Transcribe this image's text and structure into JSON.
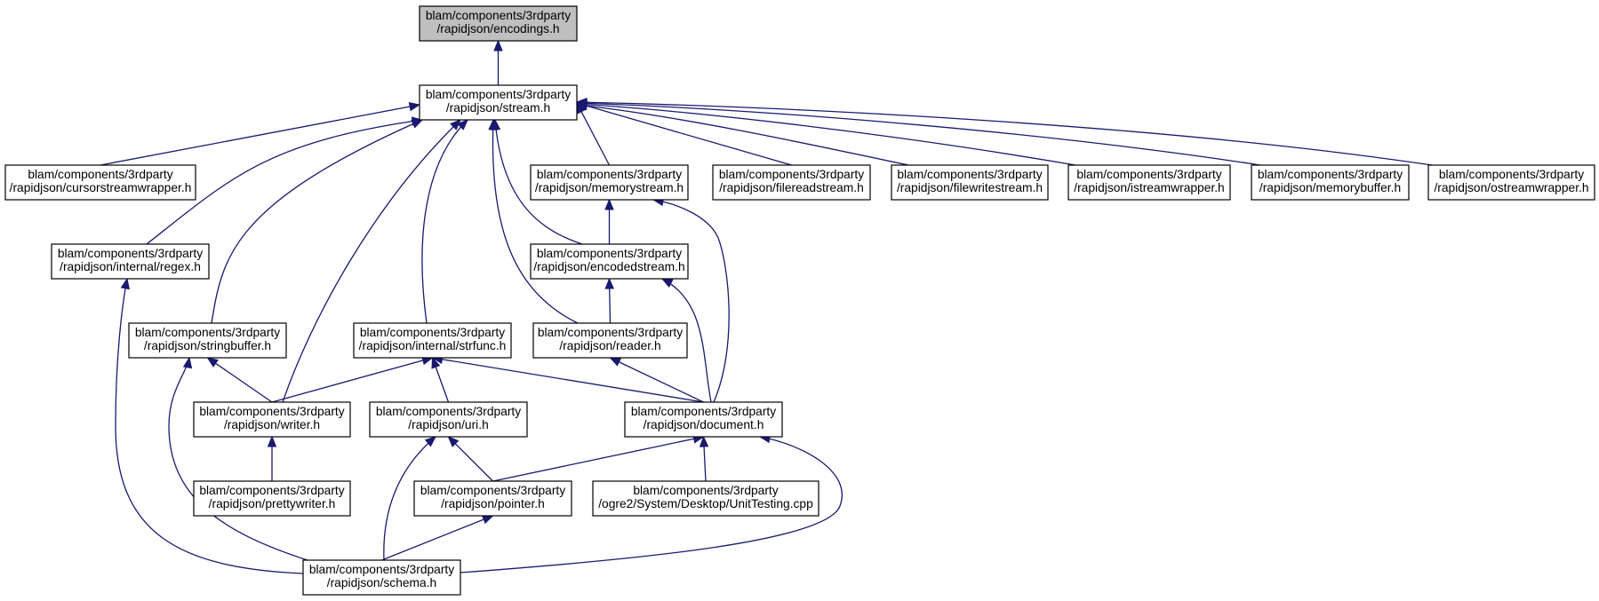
{
  "graph": {
    "nodes": [
      {
        "id": "encodings",
        "line1": "blam/components/3rdparty",
        "line2": "/rapidjson/encodings.h",
        "root": true
      },
      {
        "id": "stream",
        "line1": "blam/components/3rdparty",
        "line2": "/rapidjson/stream.h"
      },
      {
        "id": "cursorstreamwrapper",
        "line1": "blam/components/3rdparty",
        "line2": "/rapidjson/cursorstreamwrapper.h"
      },
      {
        "id": "memorystream",
        "line1": "blam/components/3rdparty",
        "line2": "/rapidjson/memorystream.h"
      },
      {
        "id": "filereadstream",
        "line1": "blam/components/3rdparty",
        "line2": "/rapidjson/filereadstream.h"
      },
      {
        "id": "filewritestream",
        "line1": "blam/components/3rdparty",
        "line2": "/rapidjson/filewritestream.h"
      },
      {
        "id": "istreamwrapper",
        "line1": "blam/components/3rdparty",
        "line2": "/rapidjson/istreamwrapper.h"
      },
      {
        "id": "memorybuffer",
        "line1": "blam/components/3rdparty",
        "line2": "/rapidjson/memorybuffer.h"
      },
      {
        "id": "ostreamwrapper",
        "line1": "blam/components/3rdparty",
        "line2": "/rapidjson/ostreamwrapper.h"
      },
      {
        "id": "regex",
        "line1": "blam/components/3rdparty",
        "line2": "/rapidjson/internal/regex.h"
      },
      {
        "id": "encodedstream",
        "line1": "blam/components/3rdparty",
        "line2": "/rapidjson/encodedstream.h"
      },
      {
        "id": "stringbuffer",
        "line1": "blam/components/3rdparty",
        "line2": "/rapidjson/stringbuffer.h"
      },
      {
        "id": "strfunc",
        "line1": "blam/components/3rdparty",
        "line2": "/rapidjson/internal/strfunc.h"
      },
      {
        "id": "reader",
        "line1": "blam/components/3rdparty",
        "line2": "/rapidjson/reader.h"
      },
      {
        "id": "writer",
        "line1": "blam/components/3rdparty",
        "line2": "/rapidjson/writer.h"
      },
      {
        "id": "uri",
        "line1": "blam/components/3rdparty",
        "line2": "/rapidjson/uri.h"
      },
      {
        "id": "document",
        "line1": "blam/components/3rdparty",
        "line2": "/rapidjson/document.h"
      },
      {
        "id": "prettywriter",
        "line1": "blam/components/3rdparty",
        "line2": "/rapidjson/prettywriter.h"
      },
      {
        "id": "pointer",
        "line1": "blam/components/3rdparty",
        "line2": "/rapidjson/pointer.h"
      },
      {
        "id": "unittesting",
        "line1": "blam/components/3rdparty",
        "line2": "/ogre2/System/Desktop/UnitTesting.cpp"
      },
      {
        "id": "schema",
        "line1": "blam/components/3rdparty",
        "line2": "/rapidjson/schema.h"
      }
    ],
    "edges": [
      {
        "from": "stream",
        "to": "encodings"
      },
      {
        "from": "cursorstreamwrapper",
        "to": "stream"
      },
      {
        "from": "regex",
        "to": "stream"
      },
      {
        "from": "stringbuffer",
        "to": "stream"
      },
      {
        "from": "writer",
        "to": "stream"
      },
      {
        "from": "strfunc",
        "to": "stream"
      },
      {
        "from": "reader",
        "to": "stream"
      },
      {
        "from": "encodedstream",
        "to": "stream"
      },
      {
        "from": "memorystream",
        "to": "stream"
      },
      {
        "from": "filereadstream",
        "to": "stream"
      },
      {
        "from": "filewritestream",
        "to": "stream"
      },
      {
        "from": "istreamwrapper",
        "to": "stream"
      },
      {
        "from": "memorybuffer",
        "to": "stream"
      },
      {
        "from": "ostreamwrapper",
        "to": "stream"
      },
      {
        "from": "encodedstream",
        "to": "memorystream"
      },
      {
        "from": "document",
        "to": "memorystream"
      },
      {
        "from": "reader",
        "to": "encodedstream"
      },
      {
        "from": "document",
        "to": "encodedstream"
      },
      {
        "from": "document",
        "to": "reader"
      },
      {
        "from": "document",
        "to": "strfunc"
      },
      {
        "from": "writer",
        "to": "strfunc"
      },
      {
        "from": "uri",
        "to": "strfunc"
      },
      {
        "from": "writer",
        "to": "stringbuffer"
      },
      {
        "from": "schema",
        "to": "stringbuffer"
      },
      {
        "from": "schema",
        "to": "regex"
      },
      {
        "from": "prettywriter",
        "to": "writer"
      },
      {
        "from": "pointer",
        "to": "uri"
      },
      {
        "from": "schema",
        "to": "uri"
      },
      {
        "from": "pointer",
        "to": "document"
      },
      {
        "from": "unittesting",
        "to": "document"
      },
      {
        "from": "schema",
        "to": "document"
      },
      {
        "from": "schema",
        "to": "pointer"
      }
    ]
  },
  "colors": {
    "edge": "#191970",
    "root_fill": "#bfbfbf",
    "node_fill": "#ffffff",
    "node_border": "#000000"
  }
}
